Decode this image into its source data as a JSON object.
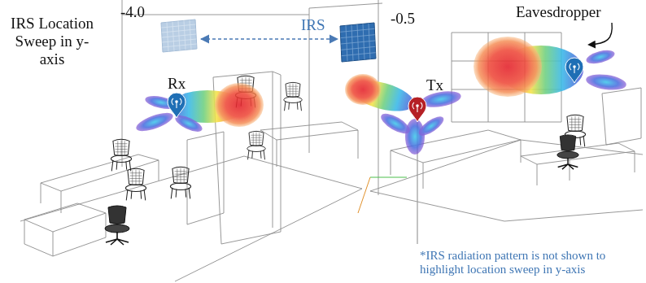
{
  "diagram": {
    "nodes": [
      {
        "text": [
          "-4.0"
        ]
      },
      {
        "text": [
          "-0.5"
        ]
      }
    ],
    "edges": [
      {
        "from": 0,
        "to": 1,
        "arrow": "both"
      }
    ],
    "labels": [
      "IRS Location Sweep in y-axis",
      "IRS",
      "Rx",
      "Tx",
      "Eavesdropper",
      "*IRS radiation pattern is not shown to highlight location sweep in y-axis"
    ]
  }
}
